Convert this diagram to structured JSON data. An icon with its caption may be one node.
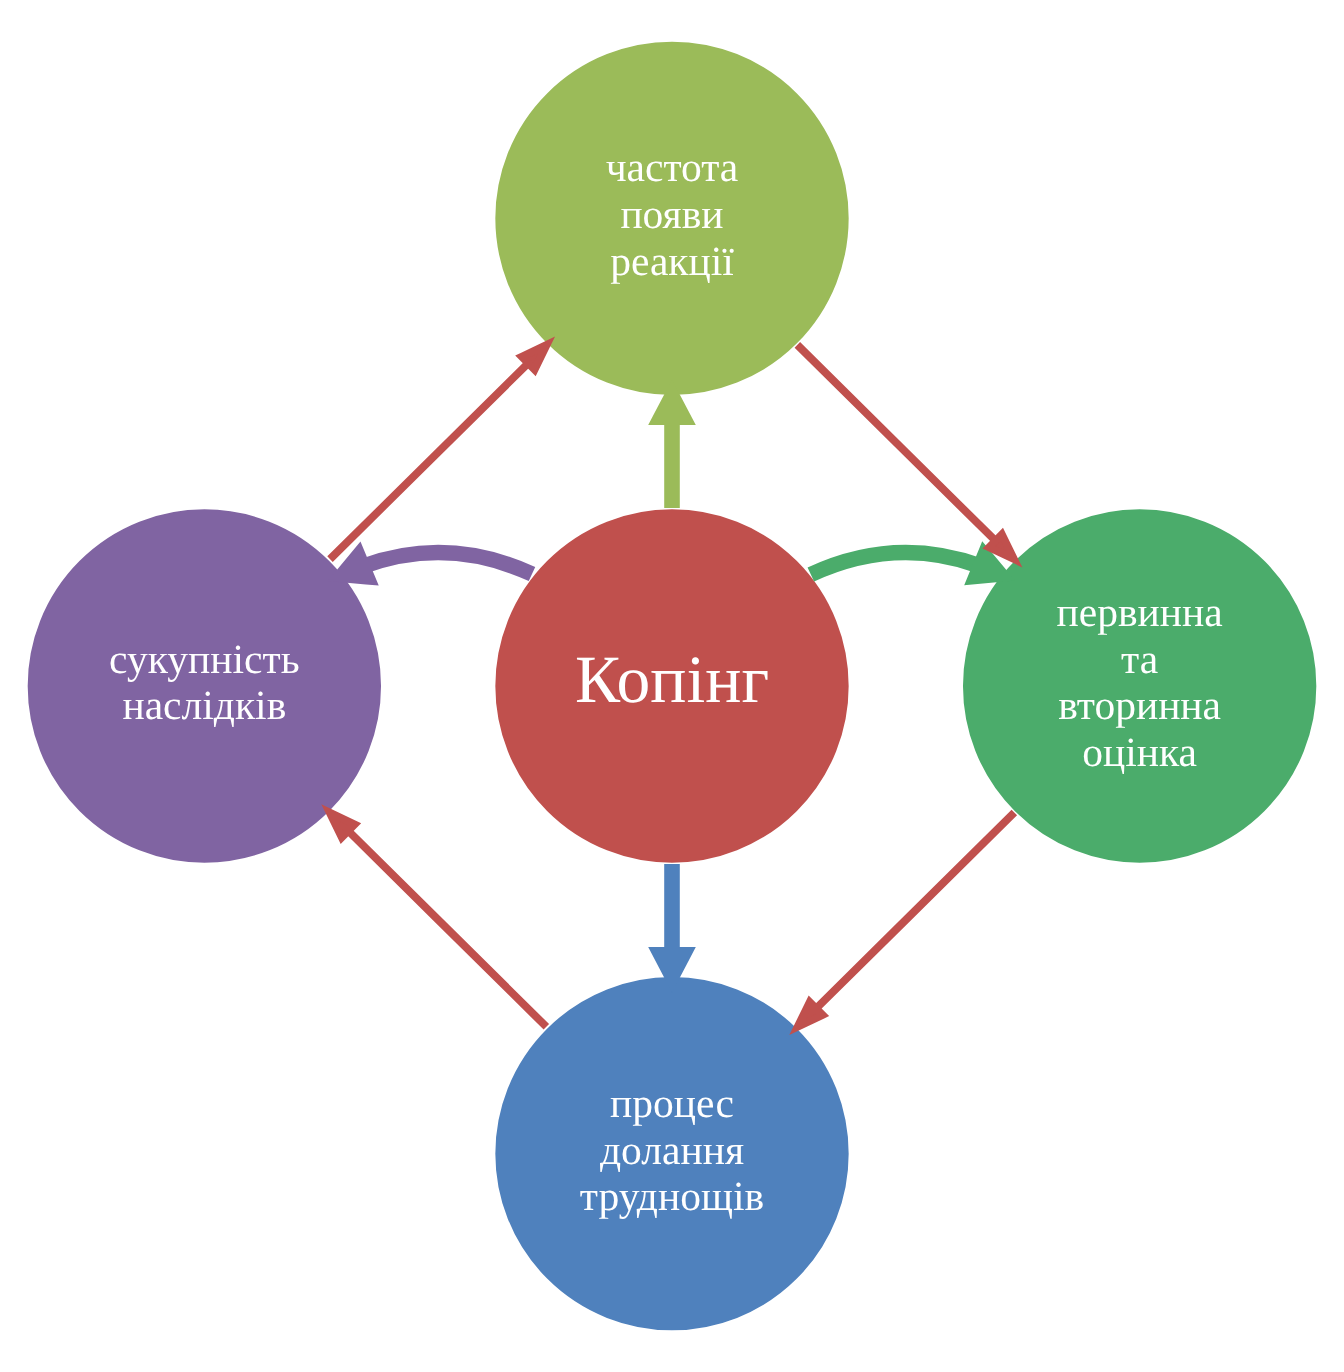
{
  "diagram": {
    "nodes": [
      {
        "text": [
          "Копінг"
        ]
      },
      {
        "text": [
          "частота появи реакції"
        ]
      },
      {
        "text": [
          "первинна та вторинна оцінка"
        ]
      },
      {
        "text": [
          "процес долання труднощів"
        ]
      },
      {
        "text": [
          "сукупність наслідків"
        ]
      }
    ],
    "edges": [
      {
        "from": 0,
        "to": 1,
        "arrow": "to",
        "style": "thick",
        "color": "#9bbb59"
      },
      {
        "from": 0,
        "to": 2,
        "arrow": "to",
        "style": "thick",
        "color": "#4bac6b"
      },
      {
        "from": 0,
        "to": 3,
        "arrow": "to",
        "style": "thick",
        "color": "#4f81bd"
      },
      {
        "from": 0,
        "to": 4,
        "arrow": "to",
        "style": "thick",
        "color": "#8064a2"
      },
      {
        "from": 1,
        "to": 2,
        "arrow": "to",
        "color": "#c0504d"
      },
      {
        "from": 2,
        "to": 3,
        "arrow": "to",
        "color": "#c0504d"
      },
      {
        "from": 3,
        "to": 4,
        "arrow": "to",
        "color": "#c0504d"
      },
      {
        "from": 4,
        "to": 1,
        "arrow": "to",
        "color": "#c0504d"
      }
    ]
  }
}
